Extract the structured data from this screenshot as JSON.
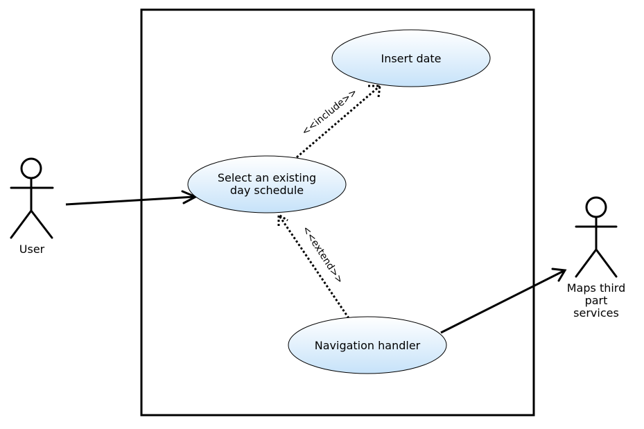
{
  "actors": {
    "user": {
      "name": "User"
    },
    "maps": {
      "lines": [
        "Maps third",
        "part",
        "services"
      ]
    }
  },
  "use_cases": {
    "insert_date": {
      "lines": [
        "Insert date"
      ]
    },
    "select_schedule": {
      "lines": [
        "Select an existing",
        "day schedule"
      ]
    },
    "navigation": {
      "lines": [
        "Navigation handler"
      ]
    }
  },
  "relations": {
    "include": {
      "stereotype": "<<include>>"
    },
    "extend": {
      "stereotype": "<<extend>>"
    }
  },
  "colors": {
    "usecase_fill_top": "#ffffff",
    "usecase_fill_bottom": "#c6e2f9",
    "stroke": "#000000"
  }
}
